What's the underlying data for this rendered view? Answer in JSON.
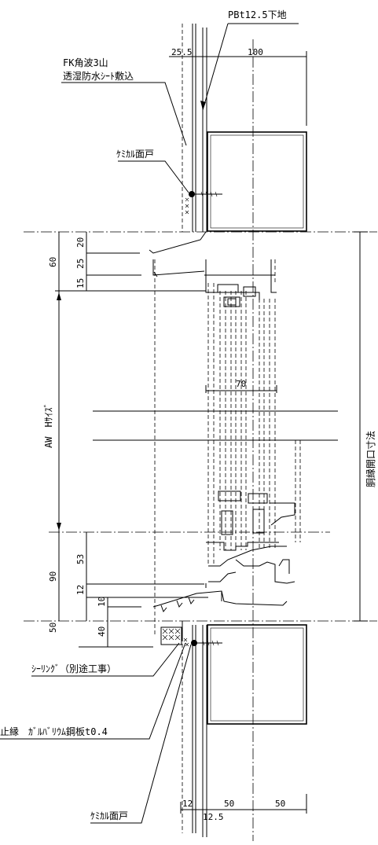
{
  "labels": {
    "pb": "PBt12.5下地",
    "fk_line1": "FK角波3山",
    "fk_line2": "透湿防水ｼｰﾄ敷込",
    "chem_top": "ｹﾐｶﾙ面戸",
    "sealing": "ｼｰﾘﾝｸﾞ（別途工事）",
    "flashing": "止縁　ｶﾞﾙﾊﾞﾘｳﾑ鋼板t0.4",
    "chem_bottom": "ｹﾐｶﾙ面戸",
    "aw": "AW　Hｻｲｽﾞ",
    "opening": "胴縁開口寸法"
  },
  "dimensions": {
    "top_25_5": "25.5",
    "top_100": "100",
    "d20": "20",
    "d25": "25",
    "d60": "60",
    "d15": "15",
    "d70": "70",
    "d53": "53",
    "d90": "90",
    "d12": "12",
    "d10": "10",
    "d50": "50",
    "d40": "40",
    "b12": "12",
    "b50a": "50",
    "b50b": "50",
    "b12_5": "12.5"
  }
}
